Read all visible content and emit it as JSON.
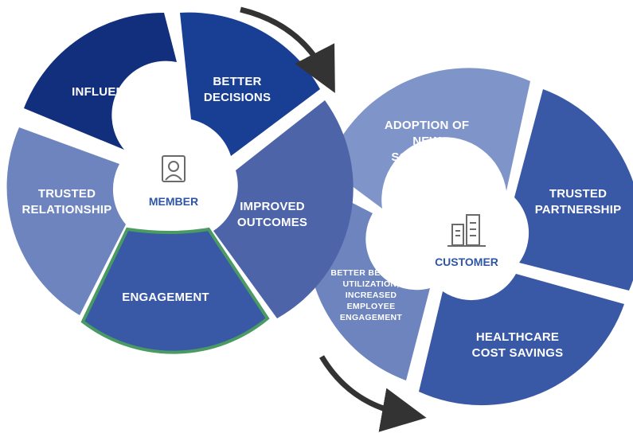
{
  "colors": {
    "dark_navy": "#112f7c",
    "navy": "#183f93",
    "mid_blue": "#3958a6",
    "periwinkle": "#6e84bf",
    "light_blue": "#7f95c9",
    "slate_blue": "#4d64a9",
    "highlight_border": "#4a9a63",
    "arrow": "#333333",
    "hub_text": "#2f55a6",
    "hub_fill": "#ffffff"
  },
  "member_cycle": {
    "hub": {
      "label": "MEMBER",
      "icon": "person-icon"
    },
    "segments": [
      {
        "key": "influence",
        "lines": [
          "INFLUENCE"
        ]
      },
      {
        "key": "better_decisions",
        "lines": [
          "BETTER",
          "DECISIONS"
        ]
      },
      {
        "key": "improved_outcomes",
        "lines": [
          "IMPROVED",
          "OUTCOMES"
        ]
      },
      {
        "key": "engagement",
        "lines": [
          "ENGAGEMENT"
        ],
        "highlighted": true
      },
      {
        "key": "trusted_relationship",
        "lines": [
          "TRUSTED",
          "RELATIONSHIP"
        ]
      }
    ]
  },
  "customer_cycle": {
    "hub": {
      "label": "CUSTOMER",
      "icon": "building-icon"
    },
    "segments": [
      {
        "key": "adoption",
        "lines": [
          "ADOPTION OF",
          "NEW",
          "SOLUTIONS"
        ]
      },
      {
        "key": "trusted_partnership",
        "lines": [
          "TRUSTED",
          "PARTNERSHIP"
        ]
      },
      {
        "key": "healthcare_savings",
        "lines": [
          "HEALTHCARE",
          "COST SAVINGS"
        ]
      },
      {
        "key": "better_benefits",
        "lines": [
          "BETTER BENEFITS",
          "UTILIZATION,",
          "INCREASED",
          "EMPLOYEE",
          "ENGAGEMENT"
        ]
      }
    ]
  }
}
